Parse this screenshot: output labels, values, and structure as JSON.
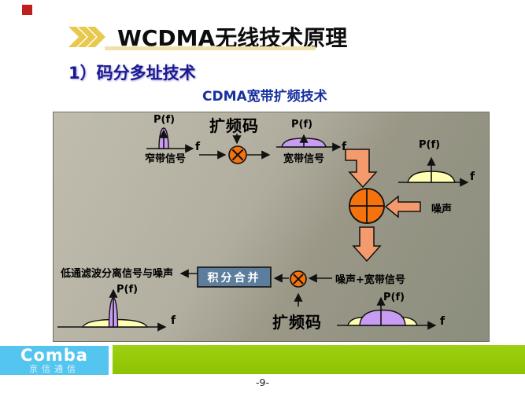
{
  "slide": {
    "title": "WCDMA无线技术原理",
    "section_heading": "1）码分多址技术",
    "diagram_title": "CDMA宽带扩频技术",
    "page_number": "-9-"
  },
  "header": {
    "chevron_color": "#e8c94e",
    "underline_color": "#f0e0ab",
    "deco_square_color": "#c0201c"
  },
  "diagram": {
    "pf_label": "P(f)",
    "f_label": "f",
    "narrowband_label": "窄带信号",
    "wideband_label": "宽带信号",
    "spread_code_top": "扩频码",
    "spread_code_bottom": "扩频码",
    "noise_label": "噪声",
    "noise_plus_wideband_label": "噪声+宽带信号",
    "integrator_box_label": "积分合并",
    "lowpass_label": "低通滤波分离信号与噪声",
    "colors": {
      "signal_purple": "#c79cf2",
      "noise_yellow": "#ffffb3",
      "operator_orange": "#f5730d",
      "flow_arrow_salmon": "#f49b6d",
      "integrator_box_blue": "#5c7d9b"
    }
  },
  "footer": {
    "logo_text": "Comba",
    "logo_subtext": "京信通信",
    "logo_bg_color": "#54c5ee",
    "bar_color": "#8dc300"
  }
}
